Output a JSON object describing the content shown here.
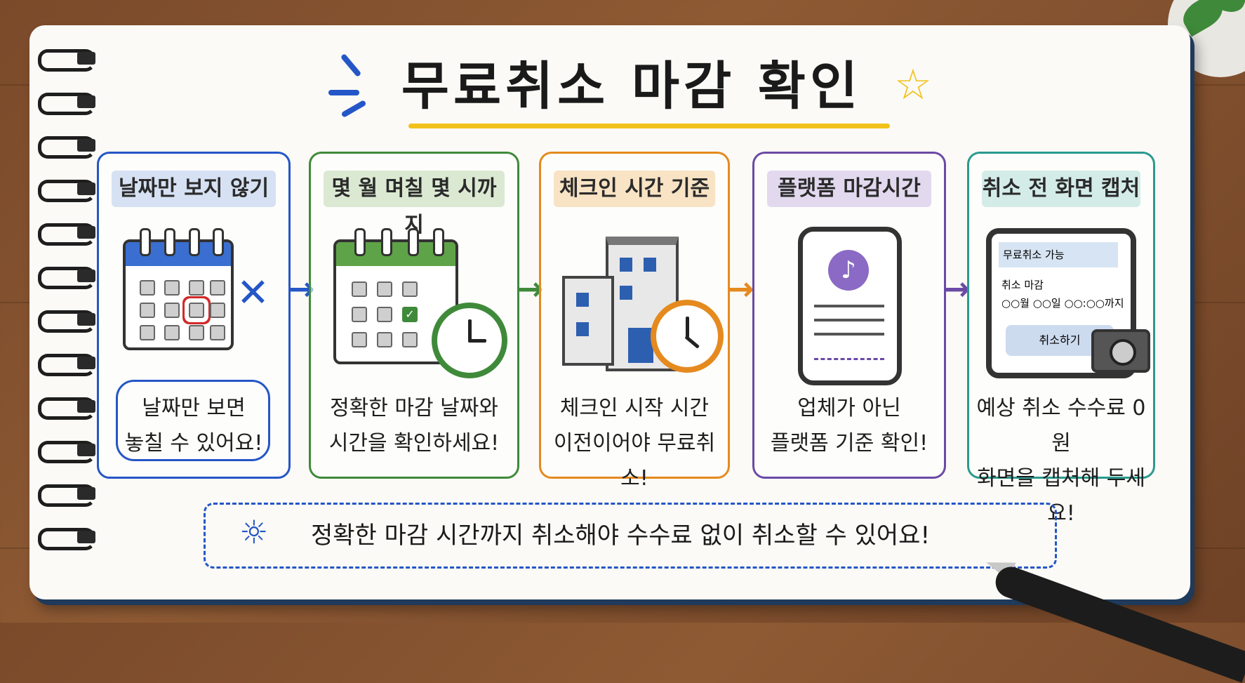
{
  "title": "무료취소 마감 확인",
  "steps": [
    {
      "label": "날짜만 보지 않기",
      "caption_line1": "날짜만 보면",
      "caption_line2": "놓칠 수 있어요!",
      "color": "#2456c7",
      "label_bg": "#d6e1f3"
    },
    {
      "label": "몇 월 며칠 몇 시까지",
      "caption_line1": "정확한 마감 날짜와",
      "caption_line2": "시간을 확인하세요!",
      "color": "#3f8a3a",
      "label_bg": "#dbe9d2"
    },
    {
      "label": "체크인 시간 기준",
      "caption_line1": "체크인 시작 시간",
      "caption_line2": "이전이어야 무료취소!",
      "color": "#e58a1f",
      "label_bg": "#f8e3c4"
    },
    {
      "label": "플랫폼 마감시간",
      "caption_line1": "업체가 아닌",
      "caption_line2": "플랫폼 기준 확인!",
      "color": "#6b4aa6",
      "label_bg": "#e2d9ef"
    },
    {
      "label": "취소 전 화면 캡처",
      "caption_line1": "예상 취소 수수료 0원",
      "caption_line2": "화면을 캡처해 두세요!",
      "color": "#2a9a8e",
      "label_bg": "#d3ece8"
    }
  ],
  "screen": {
    "status": "무료취소 가능",
    "deadline_label": "취소 마감",
    "deadline_value": "○○월 ○○일 ○○:○○까지",
    "cancel_button": "취소하기"
  },
  "footer": "정확한 마감 시간까지 취소해야 수수료 없이 취소할 수 있어요!",
  "icons": [
    "calendar-icon",
    "x-mark-icon",
    "check-icon",
    "clock-icon",
    "building-icon",
    "phone-icon",
    "bell-icon",
    "camera-icon",
    "lightbulb-icon",
    "arrow-right-icon"
  ]
}
